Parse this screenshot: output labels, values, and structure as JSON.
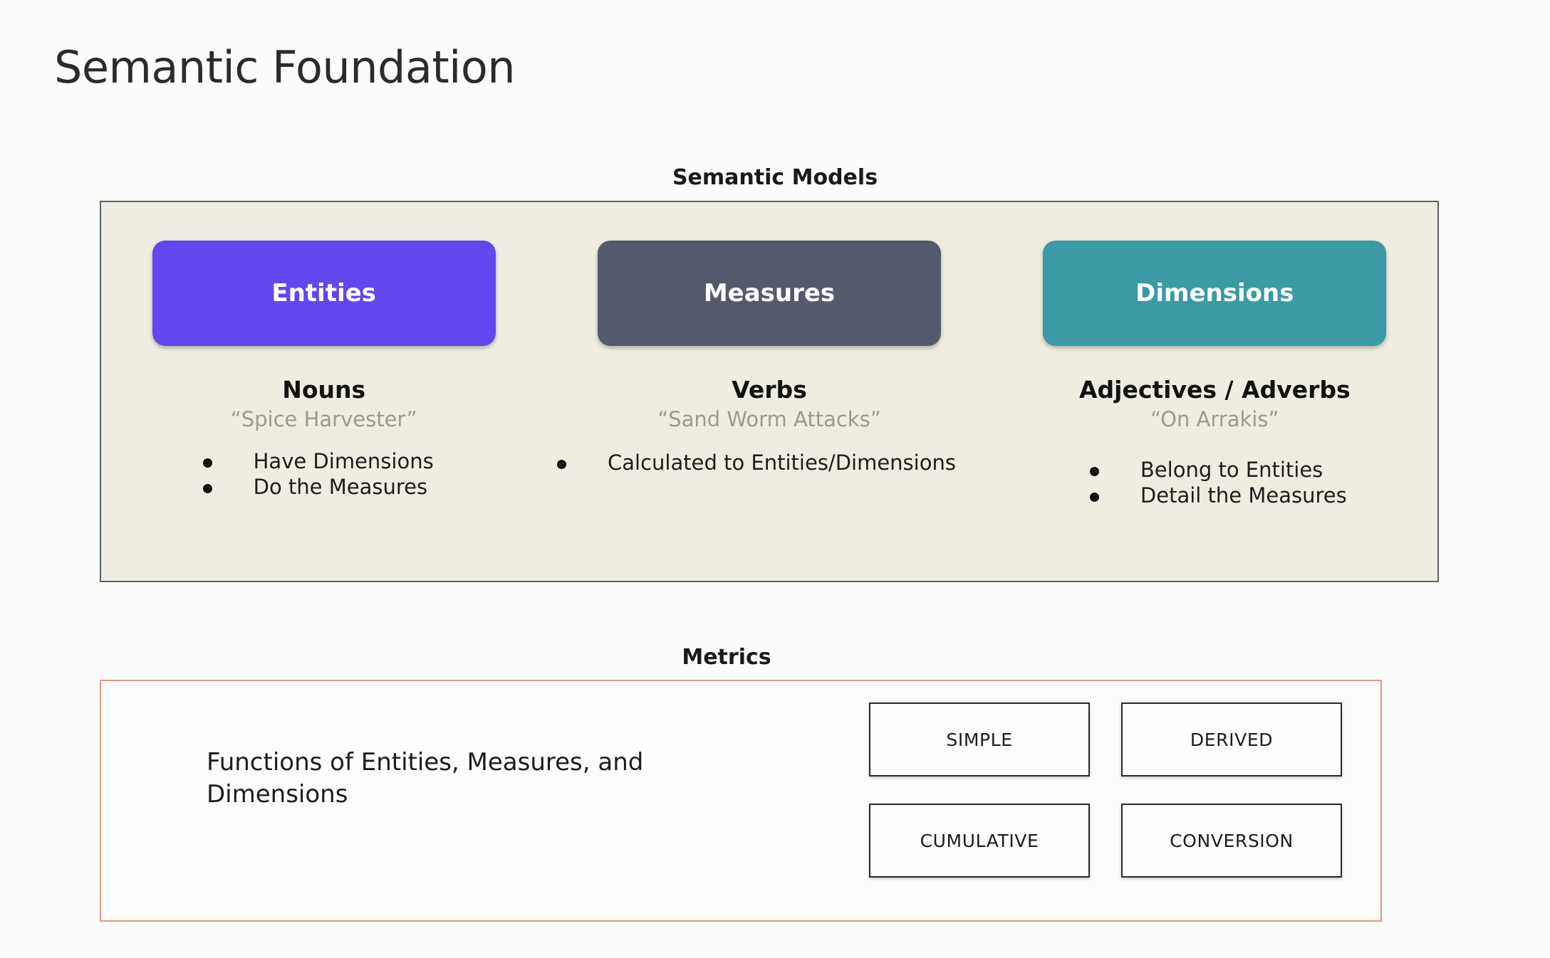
{
  "page": {
    "title": "Semantic Foundation",
    "background_color": "#FCFDFA"
  },
  "semantic_models": {
    "heading": "Semantic Models",
    "panel_background": "#EFEDE1",
    "panel_border_color": "#5B616E",
    "columns": [
      {
        "pill_label": "Entities",
        "pill_color": "#6347EE",
        "part_of_speech": "Nouns",
        "example": "“Spice Harvester”",
        "bullets": [
          "Have Dimensions",
          "Do the Measures"
        ]
      },
      {
        "pill_label": "Measures",
        "pill_color": "#545A6B",
        "part_of_speech": "Verbs",
        "example": "“Sand Worm Attacks”",
        "bullets": [
          "Calculated to Entities/Dimensions"
        ]
      },
      {
        "pill_label": "Dimensions",
        "pill_color": "#3A9AA5",
        "part_of_speech": "Adjectives / Adverbs",
        "example": "“On Arrakis”",
        "bullets": [
          "Belong to Entities",
          "Detail the Measures"
        ]
      }
    ]
  },
  "metrics": {
    "heading": "Metrics",
    "panel_border_color": "#E0977B",
    "description": "Functions of Entities, Measures, and Dimensions",
    "types": [
      "SIMPLE",
      "DERIVED",
      "CUMULATIVE",
      "CONVERSION"
    ]
  }
}
